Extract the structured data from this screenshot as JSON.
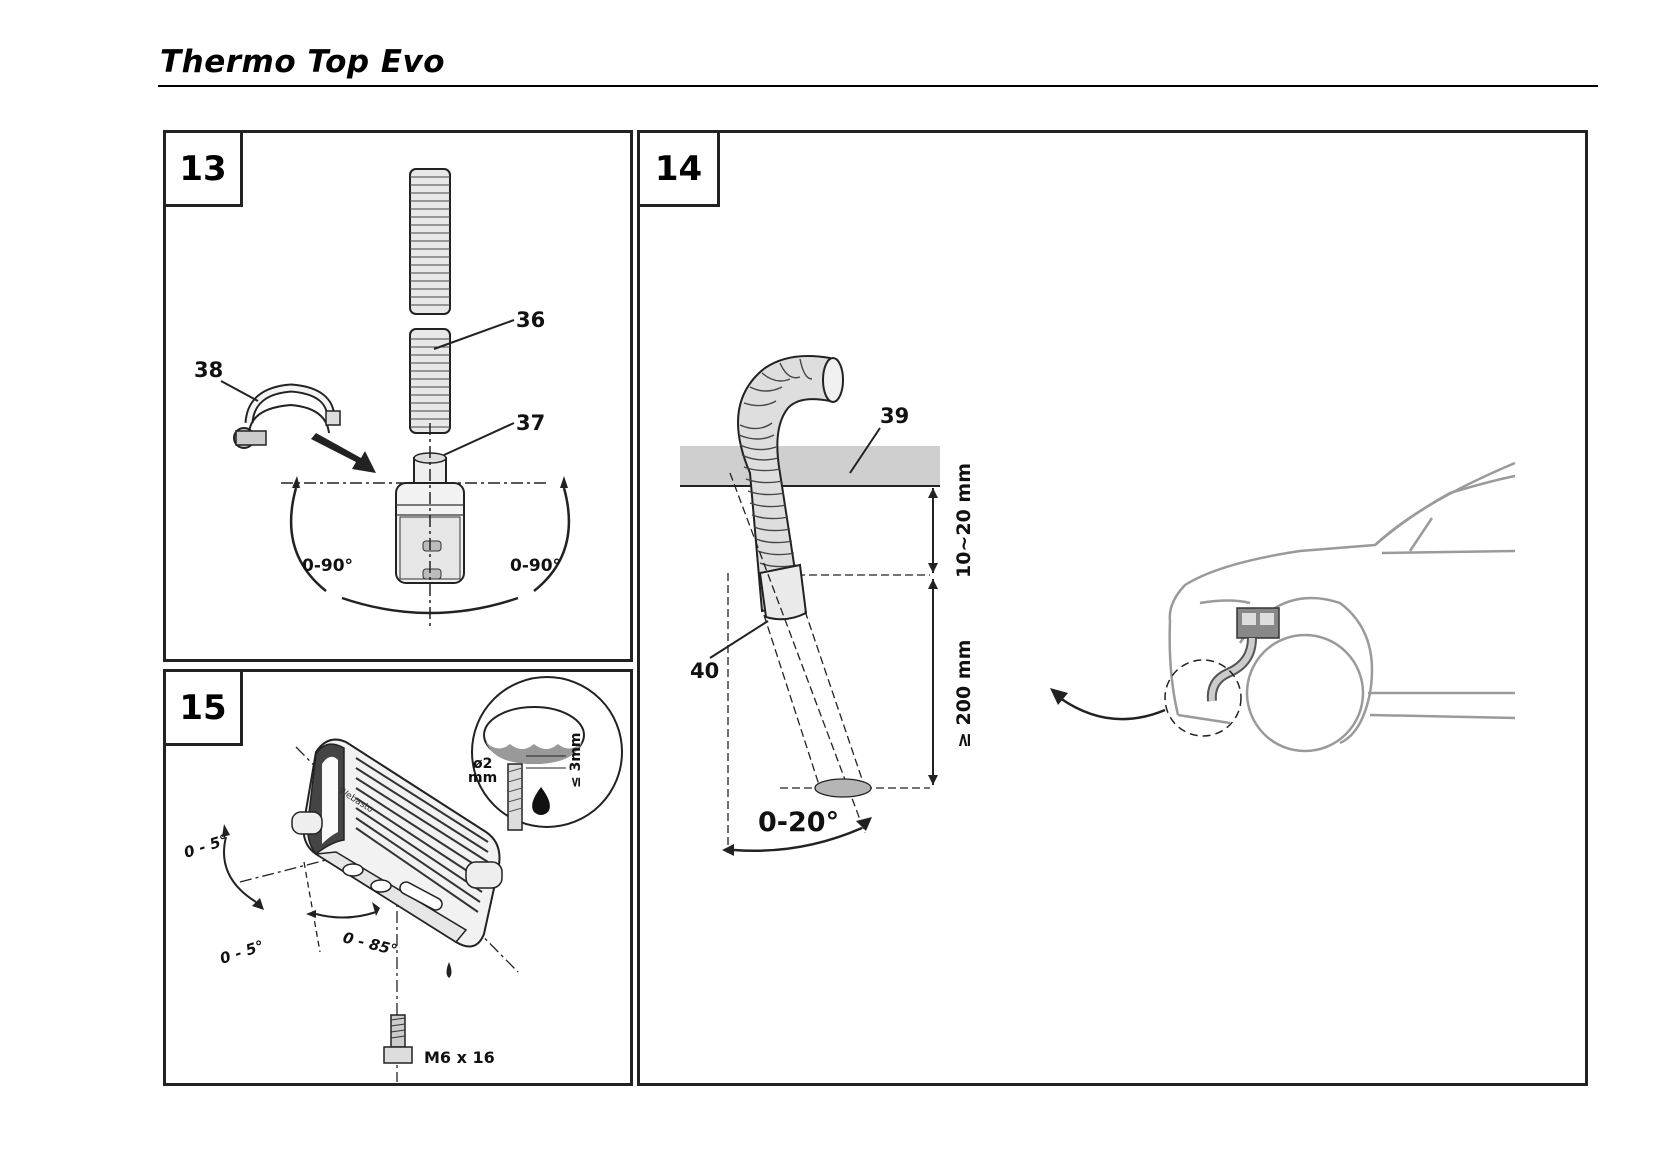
{
  "header": {
    "title": "Thermo Top Evo"
  },
  "figures": {
    "fig13": {
      "number": "13",
      "callouts": {
        "c36": "36",
        "c37": "37",
        "c38": "38"
      },
      "angle_left": "0-90°",
      "angle_right": "0-90°"
    },
    "fig14": {
      "number": "14",
      "callouts": {
        "c39": "39",
        "c40": "40"
      },
      "dim_top": "10~20 mm",
      "dim_bottom": "≥ 200 mm",
      "angle": "0-20°"
    },
    "fig15": {
      "number": "15",
      "angle_tilt_top": "0 - 5°",
      "angle_tilt_bottom": "0 - 5°",
      "angle_mount": "0 - 85°",
      "drill_diameter_line1": "ø2",
      "drill_diameter_line2": "mm",
      "drill_depth": "≤ 3mm",
      "bolt": "M6 x 16",
      "brand_mark": "Webasto"
    }
  },
  "colors": {
    "line": "#222222",
    "car": "#9a9a9a",
    "ceiling": "#cfcfcf",
    "puddle": "#b5b5b5"
  }
}
